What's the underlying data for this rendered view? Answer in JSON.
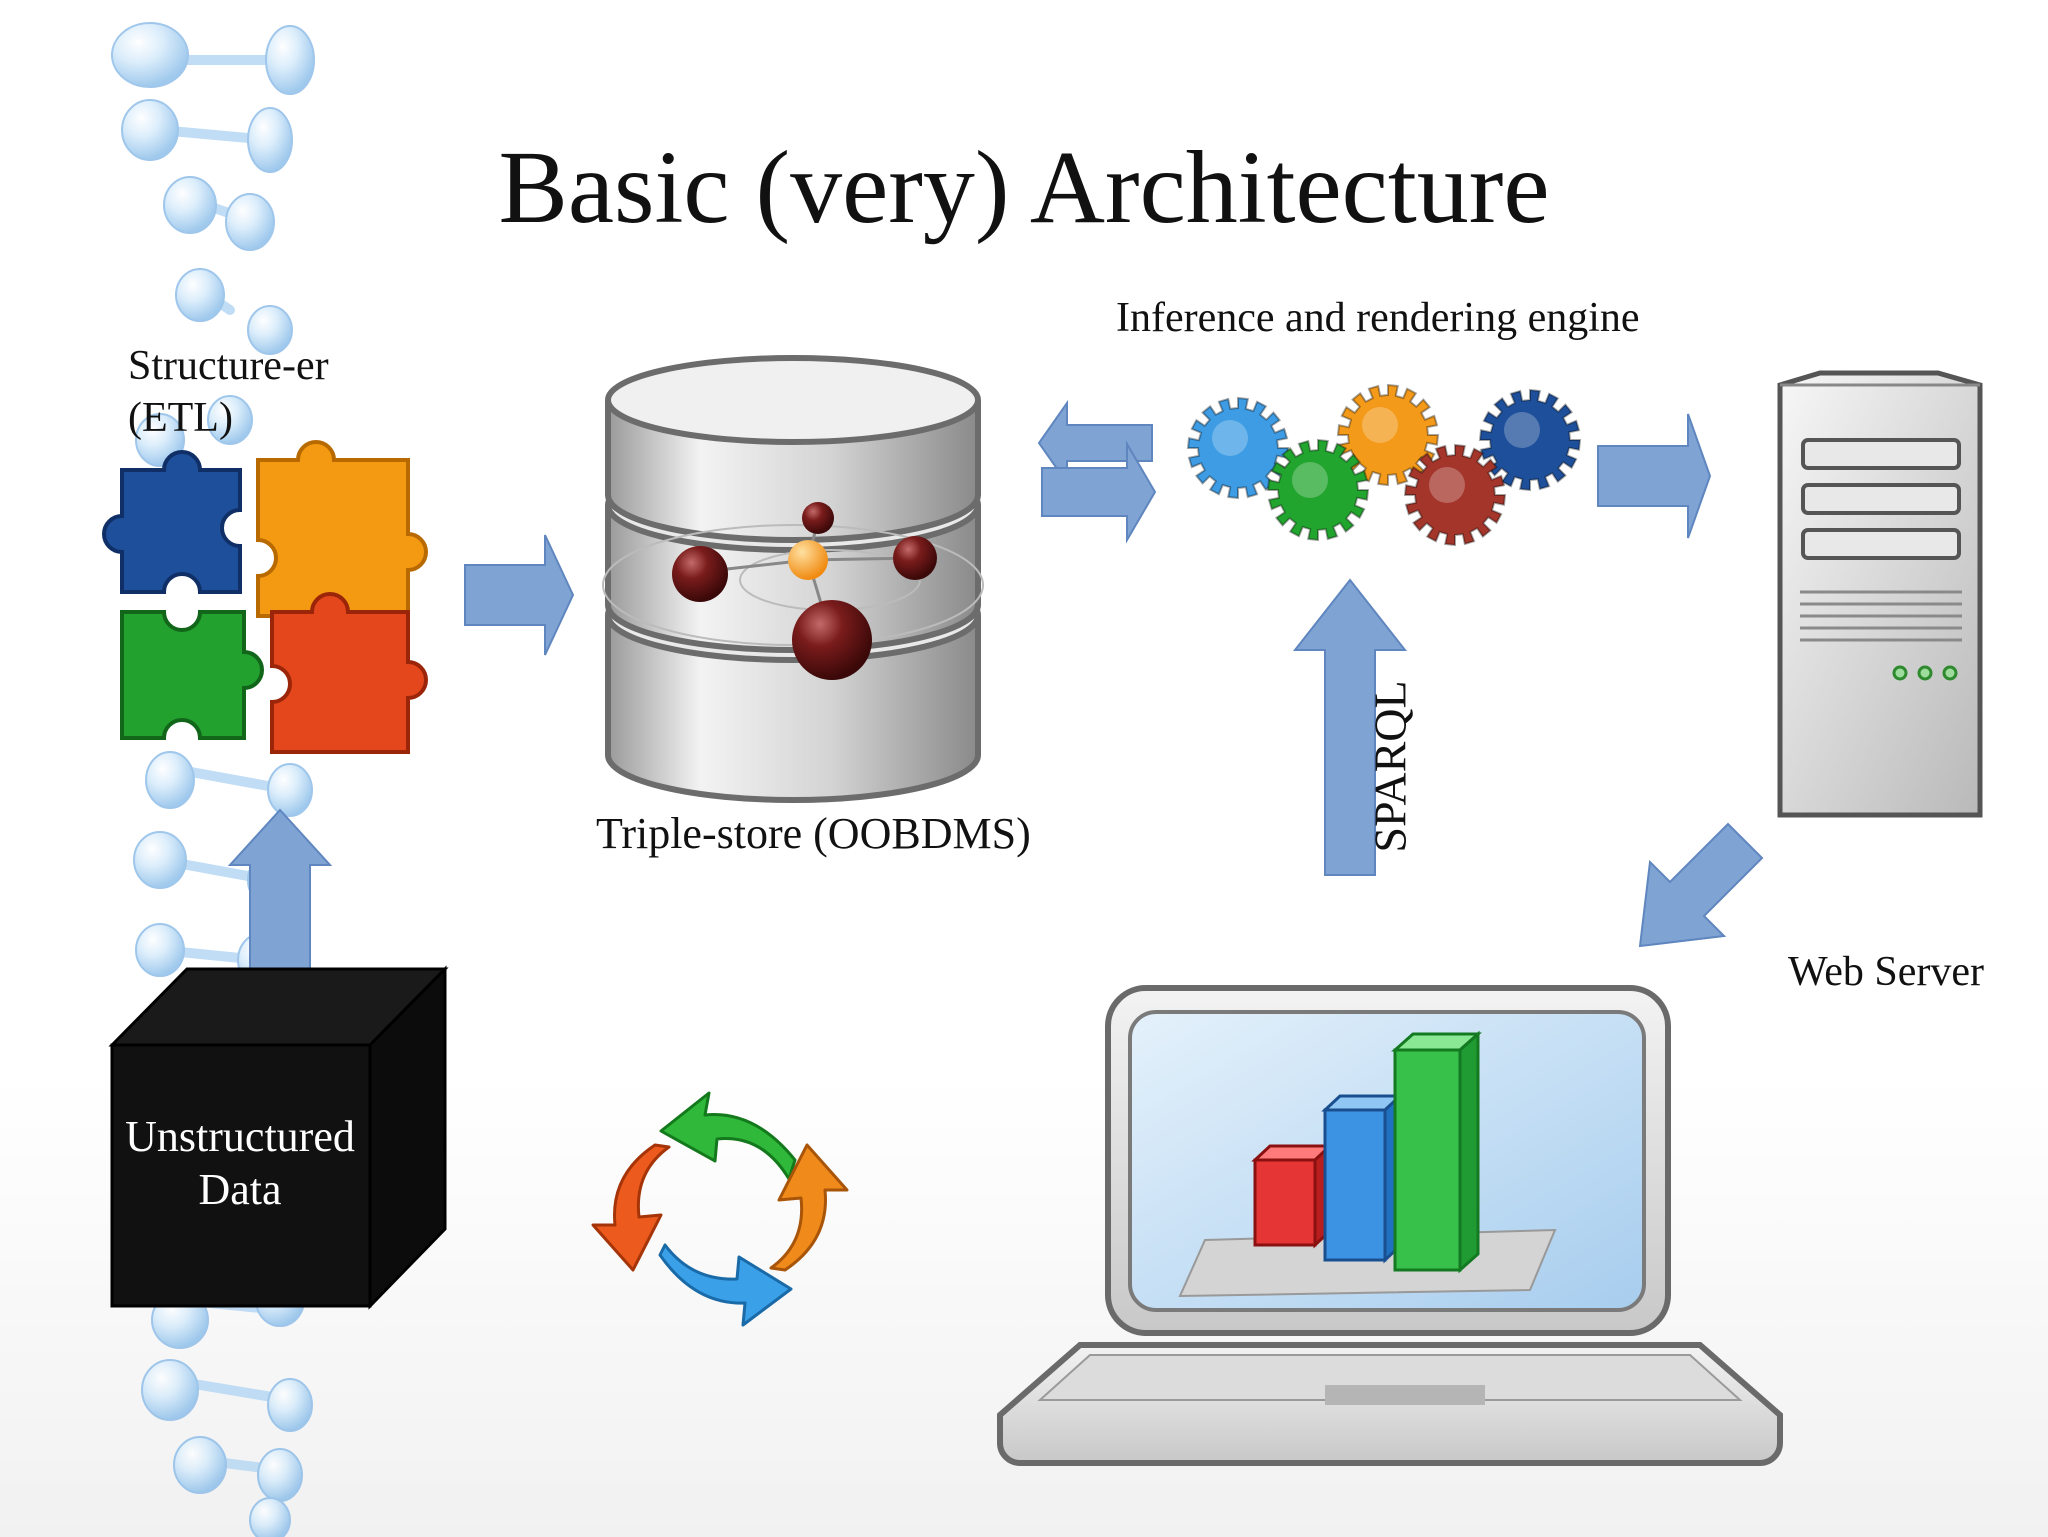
{
  "title": "Basic (very) Architecture",
  "labels": {
    "structurer": "Structure-er\n(ETL)",
    "triple_store": "Triple-store (OOBDMS)",
    "inference_engine": "Inference and rendering engine",
    "sparql": "SPARQL",
    "web_server": "Web Server",
    "unstructured_data": "Unstructured\nData"
  },
  "colors": {
    "arrow": "#7fa4d4",
    "arrow_stroke": "#5f86bf",
    "puzzle": [
      "#1e4f9a",
      "#f39a12",
      "#23a12f",
      "#e4471c"
    ],
    "gears": [
      "#3d9ce3",
      "#f39a1a",
      "#1e4f9a",
      "#22a52e",
      "#a3352a"
    ],
    "bars": [
      "#e63535",
      "#3d93e3",
      "#37c04a"
    ],
    "cycle_arrows": [
      "#2fb83a",
      "#f08a1a",
      "#3aa0e8",
      "#ec5a1e"
    ],
    "dna": "#b7d8f4",
    "cube": "#111111"
  },
  "icons": [
    "dna-helix-icon",
    "puzzle-icon",
    "database-icon",
    "gears-icon",
    "server-icon",
    "laptop-icon",
    "bar-chart-icon",
    "cycle-arrows-icon",
    "black-box-icon"
  ]
}
